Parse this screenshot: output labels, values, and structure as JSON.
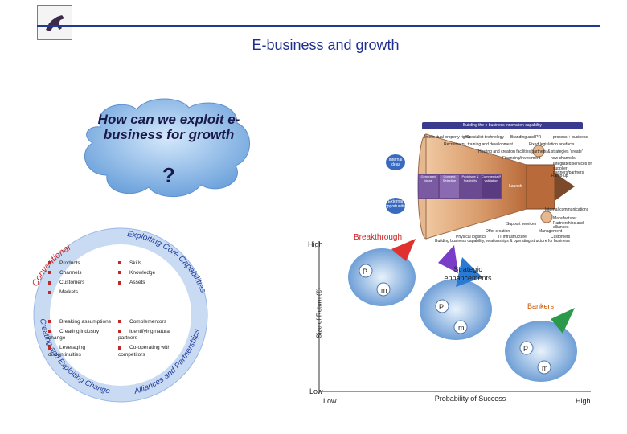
{
  "header": {
    "title": "E-business and growth",
    "logo_icon": "griffin-logo-icon"
  },
  "cloud": {
    "text": "How can we exploit e-business for growth",
    "question_mark": "?"
  },
  "funnel": {
    "header": "Building the e-business innovation capability",
    "footer": "Building business capability, relationships & operating structure for business",
    "labels": {
      "i1": "Intellectual property rights",
      "i2": "Specialist technology",
      "i3": "Branding and PR",
      "i4": "process + business",
      "i5": "Recruitment, training and development",
      "i6": "Fixed legislation artefacts",
      "i7": "Hosting and creation facilities/partners & strategies 'create'",
      "i8": "Financing/investment",
      "i9": "new channels",
      "i10": "Integrated services of supplier partners/partners",
      "i11": "Internal ideas",
      "i12": "Ramp-up",
      "i13": "External opportunities",
      "i14": "Launch",
      "i15": "Internal communications",
      "i16": "Manufacturer Partnerships and alliances",
      "i17": "Support services",
      "i18": "Offer creation",
      "i19": "IT infrastructure",
      "i20": "Management",
      "i21": "Physical logistics",
      "i22": "Customers"
    },
    "stages": [
      "Generated ideas",
      "Concept Selection",
      "Prototype & feasibility",
      "Commercial/Pilot validation"
    ]
  },
  "circle": {
    "arcs": {
      "top": "Exploiting Core Capabilities",
      "left": "Conventional",
      "bottom_left": "Creating and Exploiting Change",
      "bottom_right": "Alliances and Partnerships"
    },
    "quadrants": {
      "q1": [
        "Products",
        "Channels",
        "Customers",
        "Markets"
      ],
      "q2": [
        "Skills",
        "Knowledge",
        "Assets"
      ],
      "q3": [
        "Breaking assumptions",
        "Creating industry change",
        "Leveraging discontinuities"
      ],
      "q4": [
        "Complementors",
        "Identifying natural partners",
        "Co-operating with competitors"
      ]
    }
  },
  "matrix": {
    "y_axis": "Size of Return (£)",
    "x_axis": "Probability of Success",
    "y_high": "High",
    "y_low": "Low",
    "x_low": "Low",
    "x_high": "High",
    "breakthrough": "Breakthrough",
    "strategic": "Strategic enhancements",
    "bankers": "Bankers",
    "node_labels": {
      "p": "P",
      "m": "m"
    }
  },
  "colors": {
    "title": "#1e2f8c",
    "red_arrow": "#e03030",
    "purple_arrow": "#7a3dc8",
    "blue_arrow": "#2a7ad4",
    "green_arrow": "#2a9a4a"
  }
}
